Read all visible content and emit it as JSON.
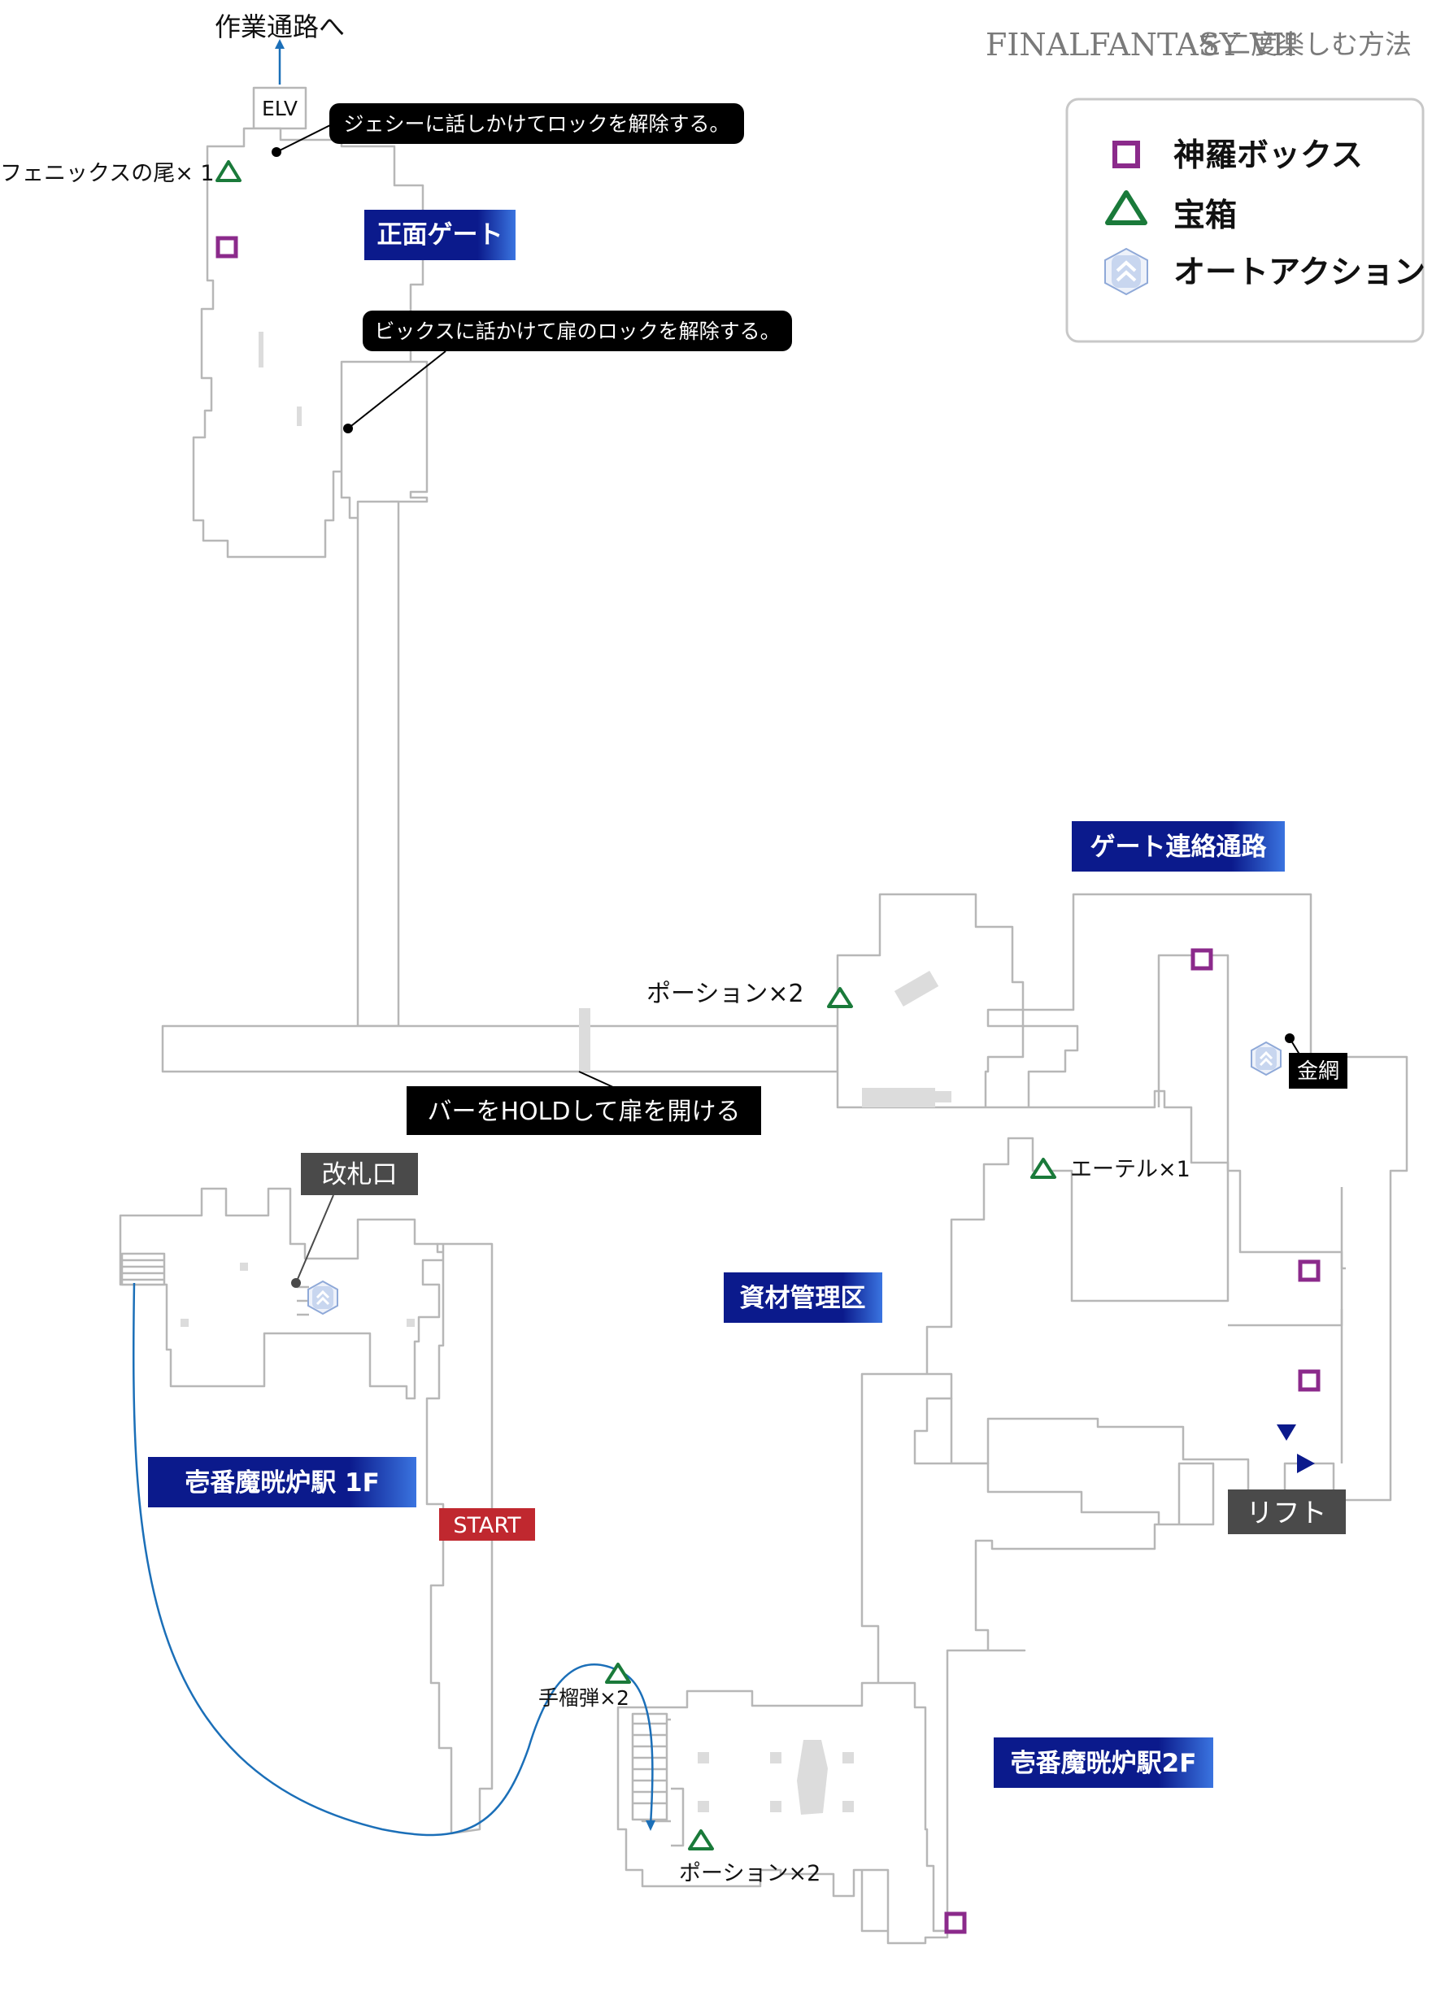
{
  "brand": {
    "title": "FINALFANTASY VII",
    "subtitle": "を二度楽しむ方法"
  },
  "legend": [
    {
      "icon": "shinra-box-icon",
      "label": "神羅ボックス",
      "color": "#8b2a8b"
    },
    {
      "icon": "treasure-chest-icon",
      "label": "宝箱",
      "color": "#1a7a3a"
    },
    {
      "icon": "auto-action-icon",
      "label": "オートアクション",
      "color": "#8fa9d8"
    }
  ],
  "areas": {
    "front_gate": "正面ゲート",
    "gate_corridor": "ゲート連絡通路",
    "materials_area": "資材管理区",
    "station_1f": "壱番魔晄炉駅 1F",
    "station_2f": "壱番魔晄炉駅2F"
  },
  "labels": {
    "to_work_corridor": "作業通路へ",
    "elv": "ELV",
    "phoenix_down": "フェニックスの尾× 1",
    "potion_corridor": "ポーション×2",
    "ether": "エーテル×1",
    "grenade": "手榴弾×2",
    "potion_2f": "ポーション×2",
    "wire_mesh": "金網",
    "lift": "リフト",
    "ticket_gate": "改札口",
    "start": "START"
  },
  "callouts": {
    "jessie": "ジェシーに話しかけてロックを解除する。",
    "biggs": "ビックスに話かけて扉のロックを解除する。",
    "bar_hold": "バーをHOLDして扉を開ける"
  },
  "colors": {
    "area_title_bg": "#0b1a8c",
    "area_title_bg_end": "#2a5fd6",
    "shinra_box": "#8b2a8b",
    "treasure": "#1a7a3a",
    "route": "#1b6fb8",
    "start_bg": "#c0282f",
    "grey_label_bg": "#4a4a4a",
    "callout_bg": "#000000",
    "wall": "#b7b7b7",
    "lift_marker": "#0b1a8c"
  }
}
